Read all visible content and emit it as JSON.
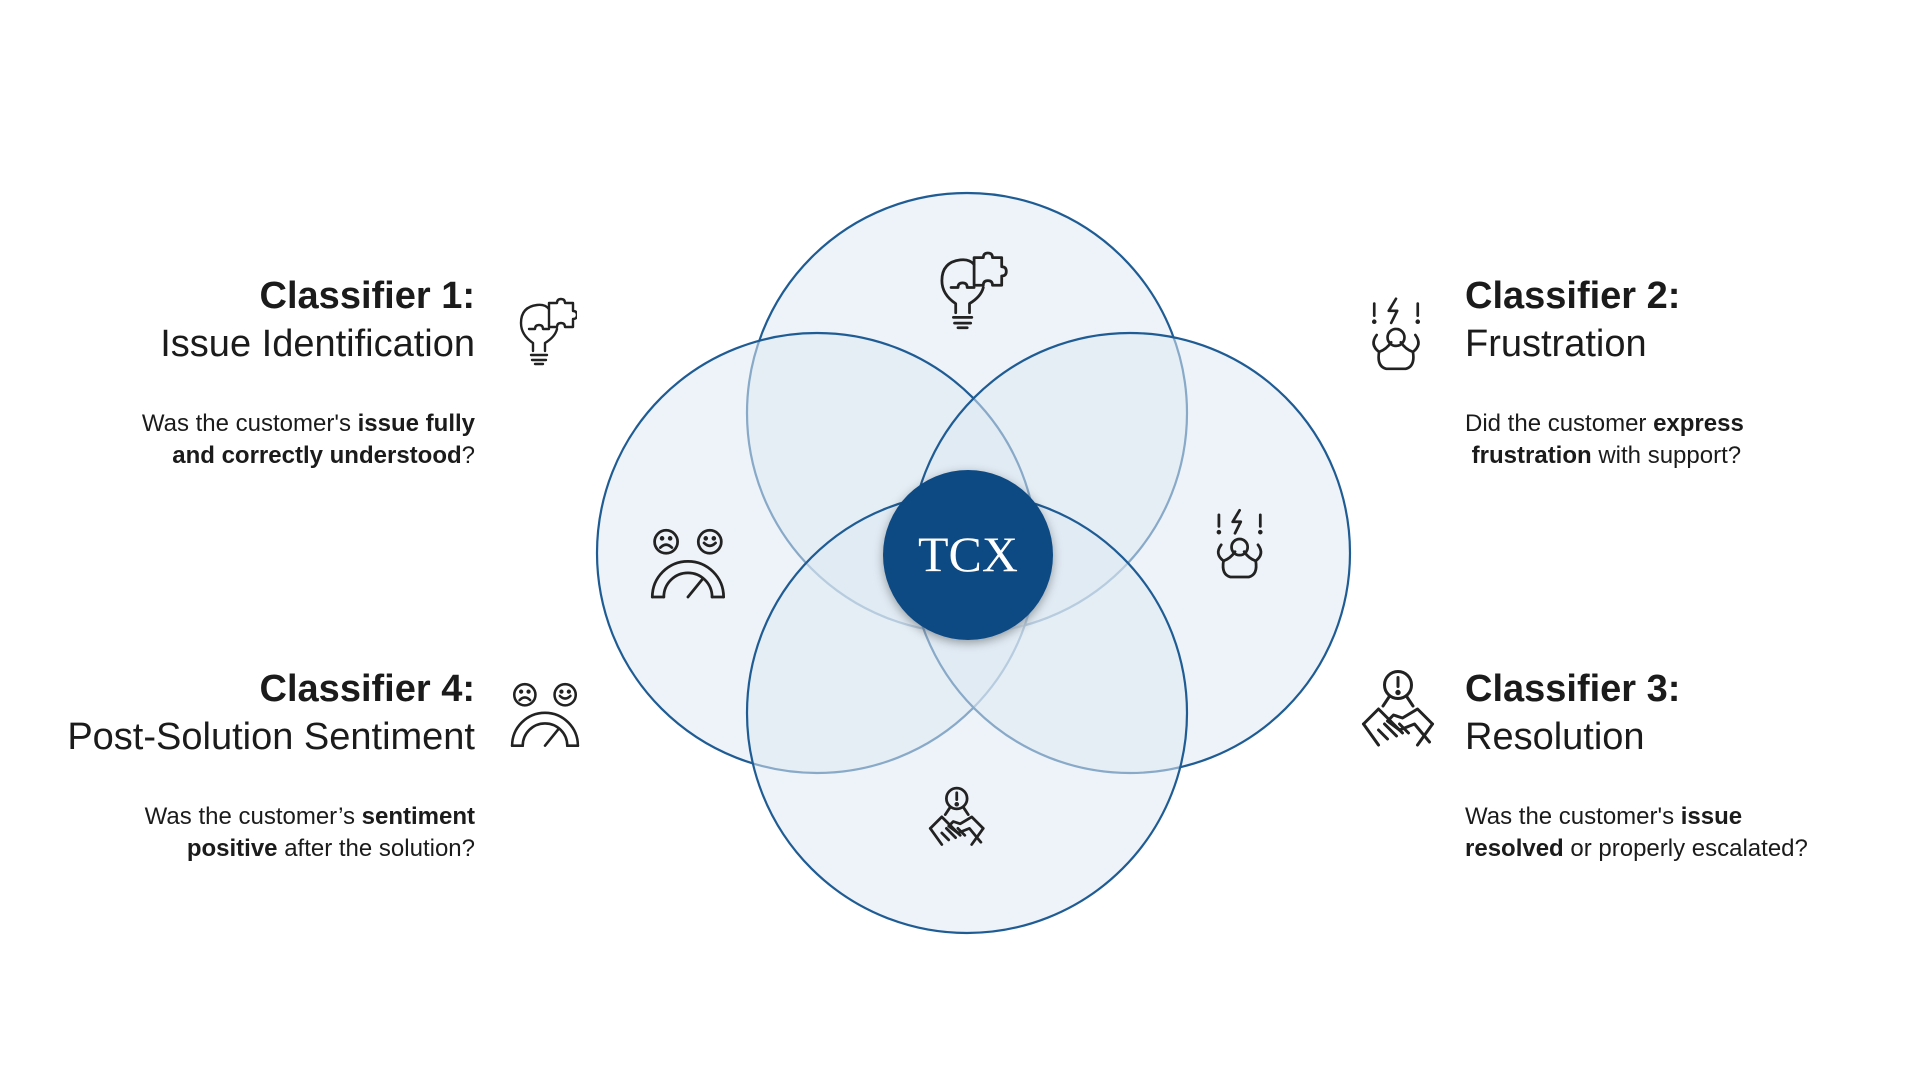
{
  "center": {
    "label": "TCX"
  },
  "colors": {
    "accent": "#0d4a82",
    "circle_stroke": "#1f5c94",
    "circle_fill": "#dfeaf3",
    "text": "#1b1b1b"
  },
  "classifiers": [
    {
      "id": "c1",
      "number": "Classifier 1:",
      "name": "Issue Identification",
      "icon": "lightbulb-puzzle-icon",
      "desc": {
        "pre": "Was the customer's ",
        "bold1": "issue fully",
        "mid": "",
        "bold2": "and correctly understood",
        "post": "?"
      }
    },
    {
      "id": "c2",
      "number": "Classifier 2:",
      "name": "Frustration",
      "icon": "frustrated-person-icon",
      "desc": {
        "pre": "Did the customer ",
        "bold1": "express",
        "mid": "",
        "bold2": "frustration",
        "post": " with support?"
      }
    },
    {
      "id": "c3",
      "number": "Classifier 3:",
      "name": "Resolution",
      "icon": "handshake-alert-icon",
      "desc": {
        "pre": "Was the customer's ",
        "bold1": "issue",
        "mid": "",
        "bold2": "resolved",
        "post": " or properly escalated?"
      }
    },
    {
      "id": "c4",
      "number": "Classifier 4:",
      "name": "Post-Solution Sentiment",
      "icon": "sentiment-gauge-icon",
      "desc": {
        "pre": "Was the customer’s ",
        "bold1": "sentiment",
        "mid": "",
        "bold2": "positive",
        "post": " after the solution?"
      }
    }
  ]
}
